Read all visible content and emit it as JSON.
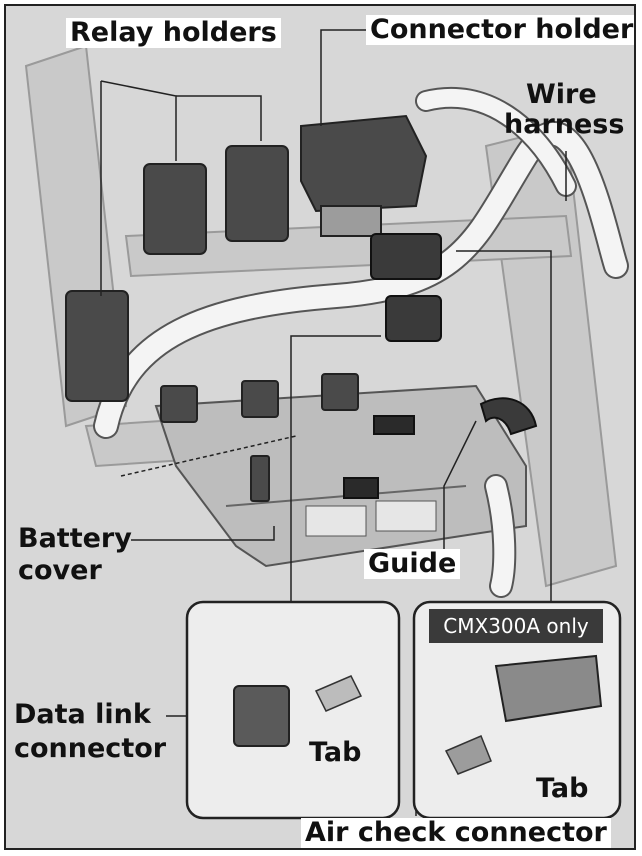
{
  "labels": {
    "relay_holders": "Relay holders",
    "connector_holder": "Connector holder",
    "wire_harness_line1": "Wire",
    "wire_harness_line2": "harness",
    "battery_cover_line1": "Battery",
    "battery_cover_line2": "cover",
    "guide": "Guide",
    "data_link_line1": "Data link",
    "data_link_line2": "connector",
    "tab_left": "Tab",
    "tab_right": "Tab",
    "air_check": "Air check connector",
    "model_badge": "CMX300A only"
  },
  "colors": {
    "background": "#d7d7d7",
    "badge": "#3a3a3a",
    "component": "#4a4a4a"
  }
}
